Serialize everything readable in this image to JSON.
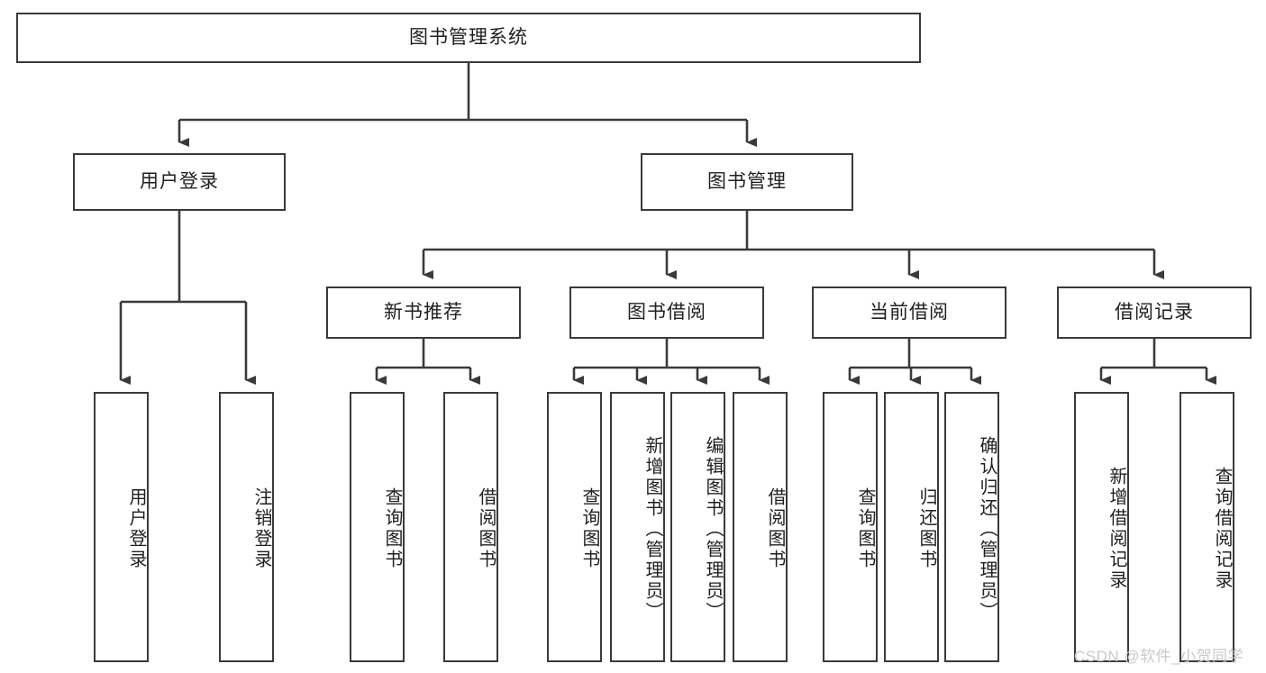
{
  "diagram": {
    "type": "tree-hierarchy-chart",
    "title": "图书管理系统",
    "watermark": "CSDN @软件_小贺同学",
    "colors": {
      "box_border": "#3a3a3a",
      "box_fill": "#ffffff",
      "connector": "#3a3a3a",
      "text": "#1f1f1f",
      "watermark": "#c9c9c9",
      "background": "#ffffff"
    },
    "root": {
      "label": "图书管理系统"
    },
    "level2": [
      {
        "label": "用户登录"
      },
      {
        "label": "图书管理"
      }
    ],
    "level3": [
      {
        "label": "新书推荐"
      },
      {
        "label": "图书借阅"
      },
      {
        "label": "当前借阅"
      },
      {
        "label": "借阅记录"
      }
    ],
    "leaves": {
      "user_login": [
        {
          "label": "用户登录"
        },
        {
          "label": "注销登录"
        }
      ],
      "new_book_recommend": [
        {
          "label": "查询图书"
        },
        {
          "label": "借阅图书"
        }
      ],
      "book_borrow": [
        {
          "label": "查询图书"
        },
        {
          "label": "新增图书（管理员）"
        },
        {
          "label": "编辑图书（管理员）"
        },
        {
          "label": "借阅图书"
        }
      ],
      "current_borrow": [
        {
          "label": "查询图书"
        },
        {
          "label": "归还图书"
        },
        {
          "label": "确认归还（管理员）"
        }
      ],
      "borrow_record": [
        {
          "label": "新增借阅记录"
        },
        {
          "label": "查询借阅记录"
        }
      ]
    }
  }
}
